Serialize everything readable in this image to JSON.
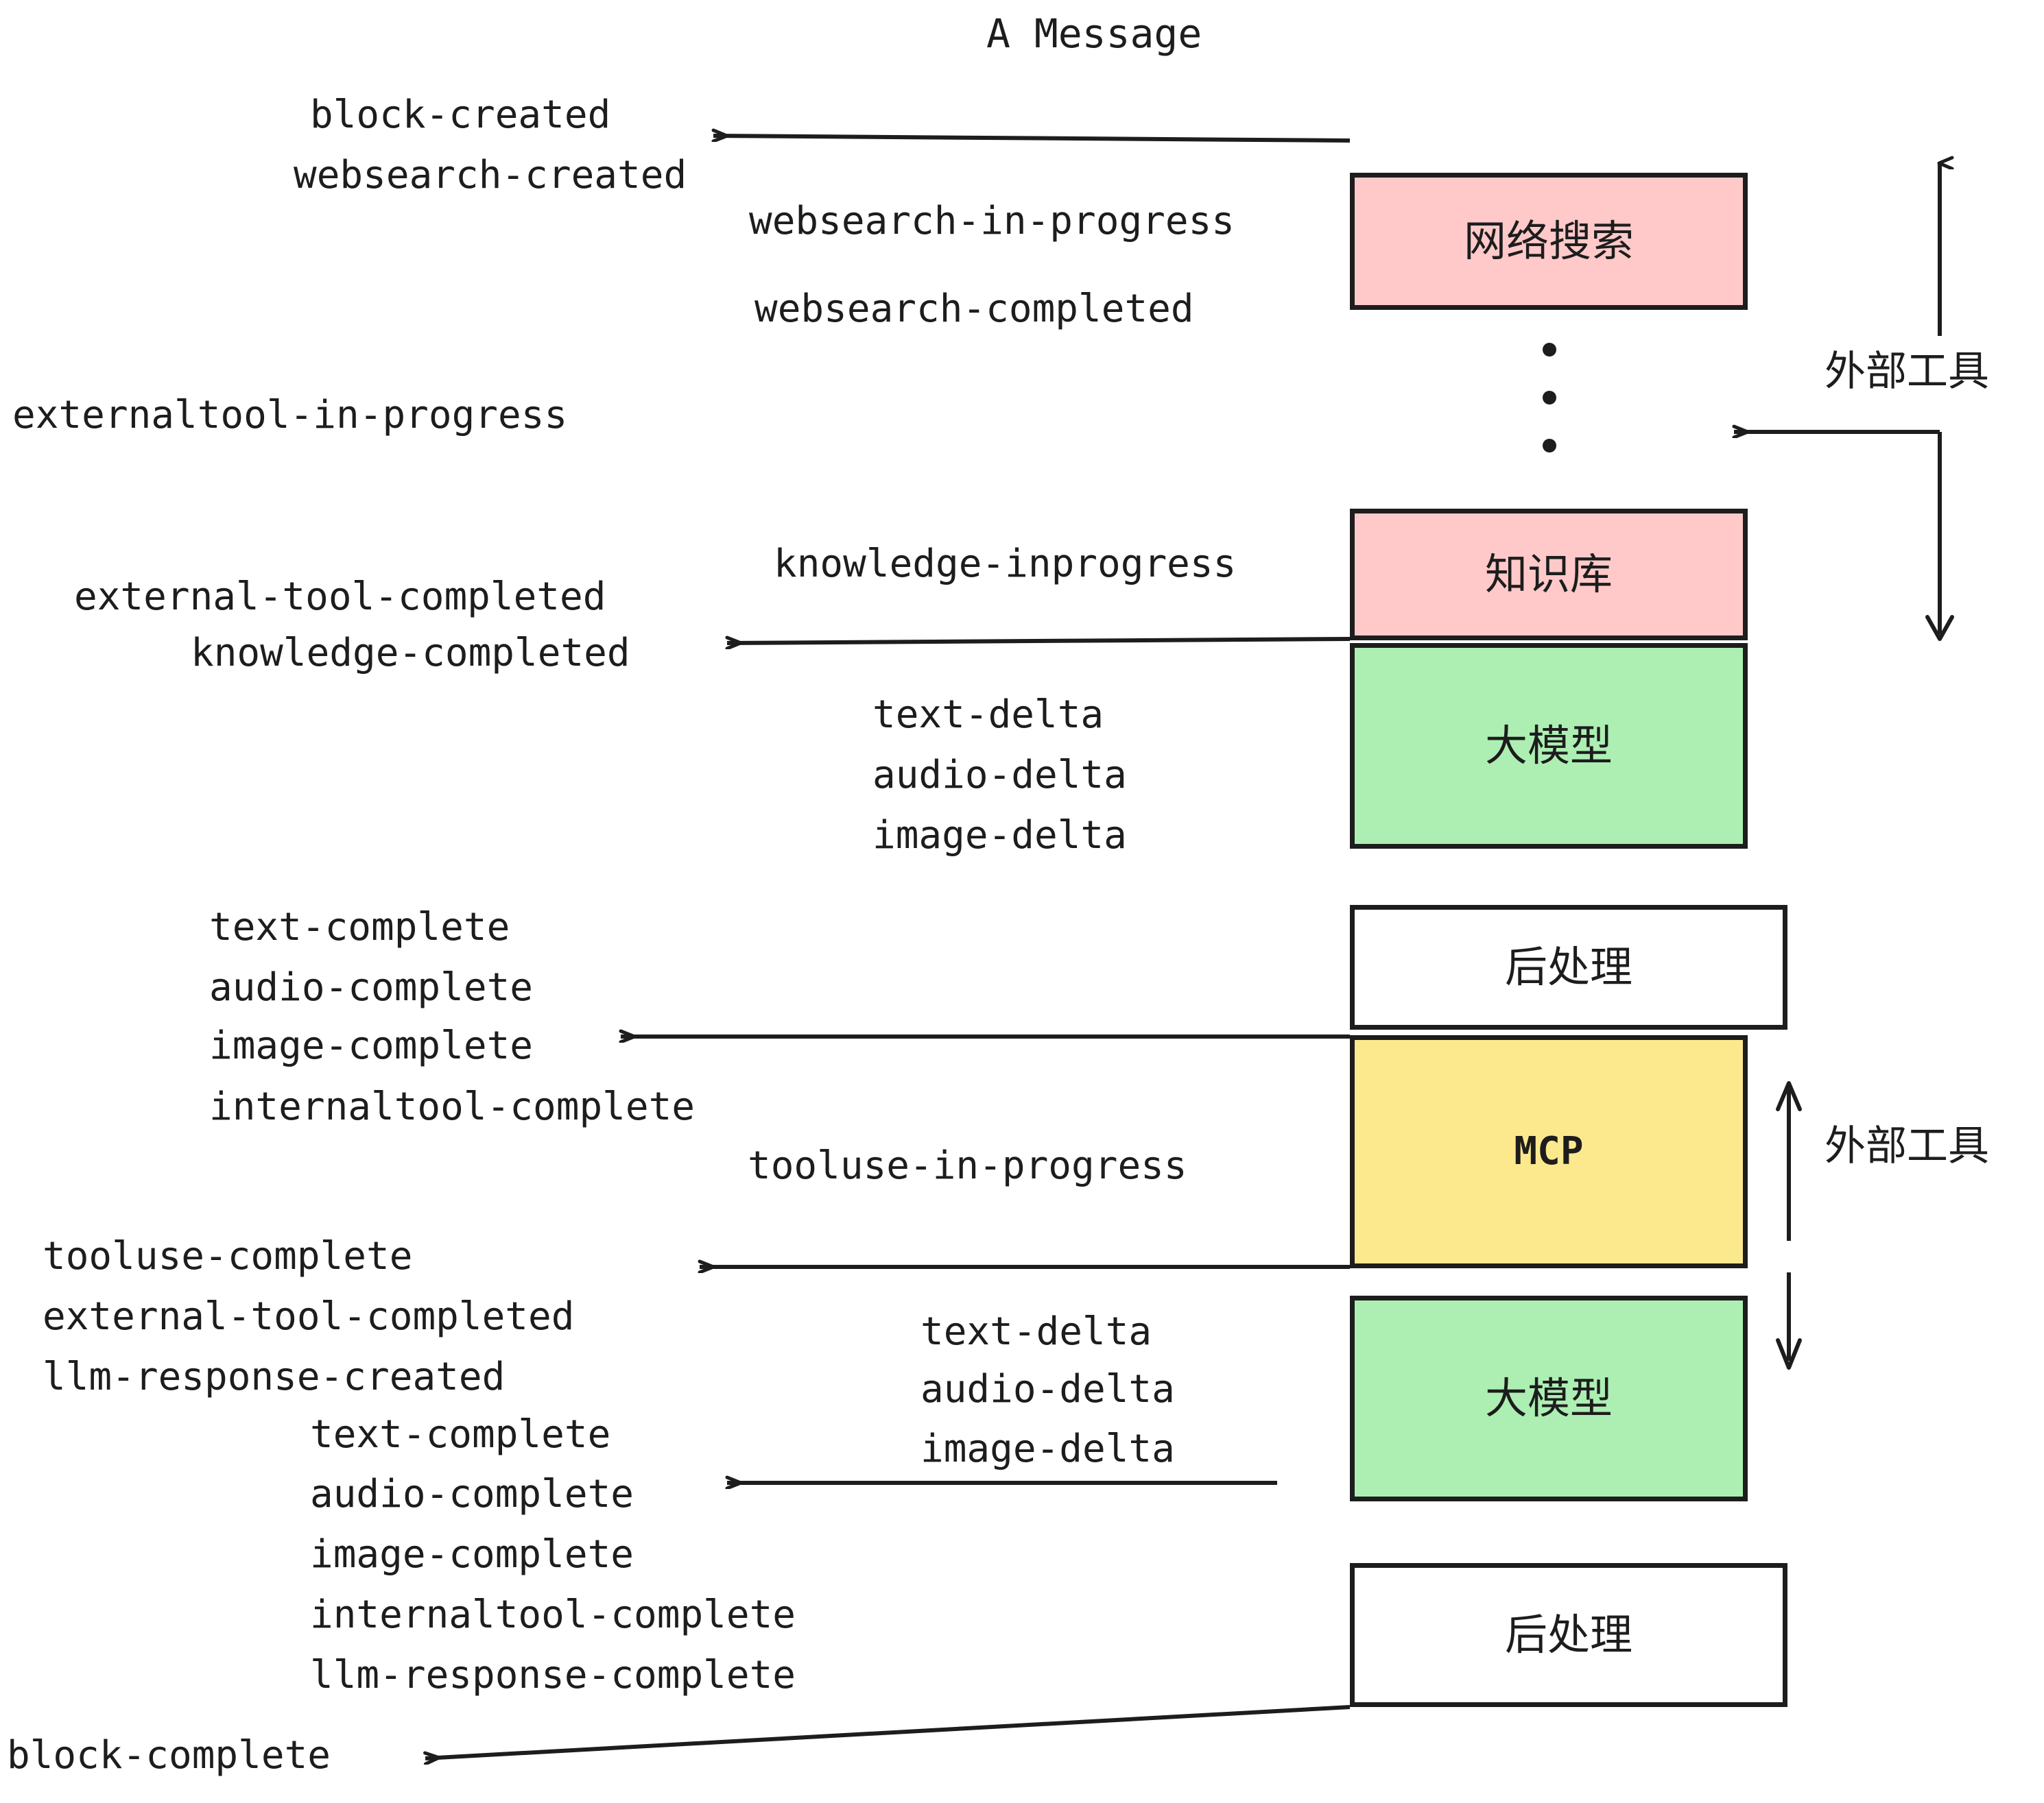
{
  "title": "A Message",
  "colors": {
    "pink": "#FFC9C9",
    "green": "#ADEFB3",
    "yellow": "#FCE98E",
    "white": "#FFFFFF",
    "stroke": "#1D1D1D",
    "text": "#1D1D1D",
    "background": "#FFFFFF"
  },
  "boxes": {
    "websearch": "网络搜索",
    "knowledge": "知识库",
    "llm_top": "大模型",
    "postprocess_top": "后处理",
    "mcp": "MCP",
    "llm_bottom": "大模型",
    "postprocess_bottom": "后处理"
  },
  "side_labels": {
    "external_tool_top": "外部工具",
    "external_tool_bottom": "外部工具"
  },
  "events": {
    "block_created": "block-created",
    "websearch_created": "websearch-created",
    "websearch_in_progress": "websearch-in-progress",
    "websearch_completed": "websearch-completed",
    "externaltool_in_progress": "externaltool-in-progress",
    "knowledge_inprogress": "knowledge-inprogress",
    "external_tool_completed_1": "external-tool-completed",
    "knowledge_completed": "knowledge-completed",
    "text_delta_1": "text-delta",
    "audio_delta_1": "audio-delta",
    "image_delta_1": "image-delta",
    "text_complete_1": "text-complete",
    "audio_complete_1": "audio-complete",
    "image_complete_1": "image-complete",
    "internaltool_complete_1": "internaltool-complete",
    "tooluse_in_progress": "tooluse-in-progress",
    "tooluse_complete": "tooluse-complete",
    "external_tool_completed_2": "external-tool-completed",
    "llm_response_created": "llm-response-created",
    "text_delta_2": "text-delta",
    "audio_delta_2": "audio-delta",
    "image_delta_2": "image-delta",
    "text_complete_2": "text-complete",
    "audio_complete_2": "audio-complete",
    "image_complete_2": "image-complete",
    "internaltool_complete_2": "internaltool-complete",
    "llm_response_complete": "llm-response-complete",
    "block_complete": "block-complete"
  }
}
